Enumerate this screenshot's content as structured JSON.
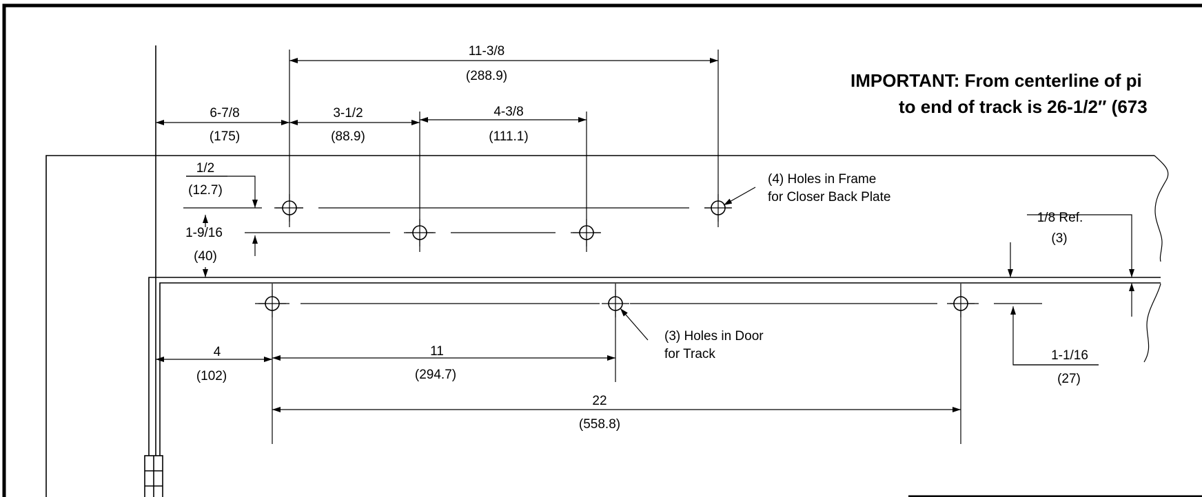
{
  "diagram": {
    "important_note": {
      "line1": "IMPORTANT: From centerline of pi",
      "line2": "to end of track is 26-1/2″ (673"
    },
    "top_dimensions": [
      {
        "id": "dim-11-3-8",
        "inch": "11-3/8",
        "mm": "(288.9)"
      },
      {
        "id": "dim-6-7-8",
        "inch": "6-7/8",
        "mm": "(175)"
      },
      {
        "id": "dim-3-1-2",
        "inch": "3-1/2",
        "mm": "(88.9)"
      },
      {
        "id": "dim-4-3-8",
        "inch": "4-3/8",
        "mm": "(111.1)"
      }
    ],
    "left_dimensions": [
      {
        "id": "dim-1-2",
        "inch": "1/2",
        "mm": "(12.7)"
      },
      {
        "id": "dim-1-9-16",
        "inch": "1-9/16",
        "mm": "(40)"
      }
    ],
    "right_dimensions": [
      {
        "id": "dim-1-8-ref",
        "inch": "1/8 Ref.",
        "mm": "(3)"
      },
      {
        "id": "dim-1-1-16",
        "inch": "1-1/16",
        "mm": "(27)"
      }
    ],
    "bottom_dimensions": [
      {
        "id": "dim-4",
        "inch": "4",
        "mm": "(102)"
      },
      {
        "id": "dim-11",
        "inch": "11",
        "mm": "(294.7)"
      },
      {
        "id": "dim-22",
        "inch": "22",
        "mm": "(558.8)"
      }
    ],
    "callouts": {
      "frame_holes": {
        "line1": "(4) Holes in Frame",
        "line2": "for Closer Back Plate"
      },
      "door_holes": {
        "line1": "(3) Holes in Door",
        "line2": "for Track"
      }
    }
  }
}
